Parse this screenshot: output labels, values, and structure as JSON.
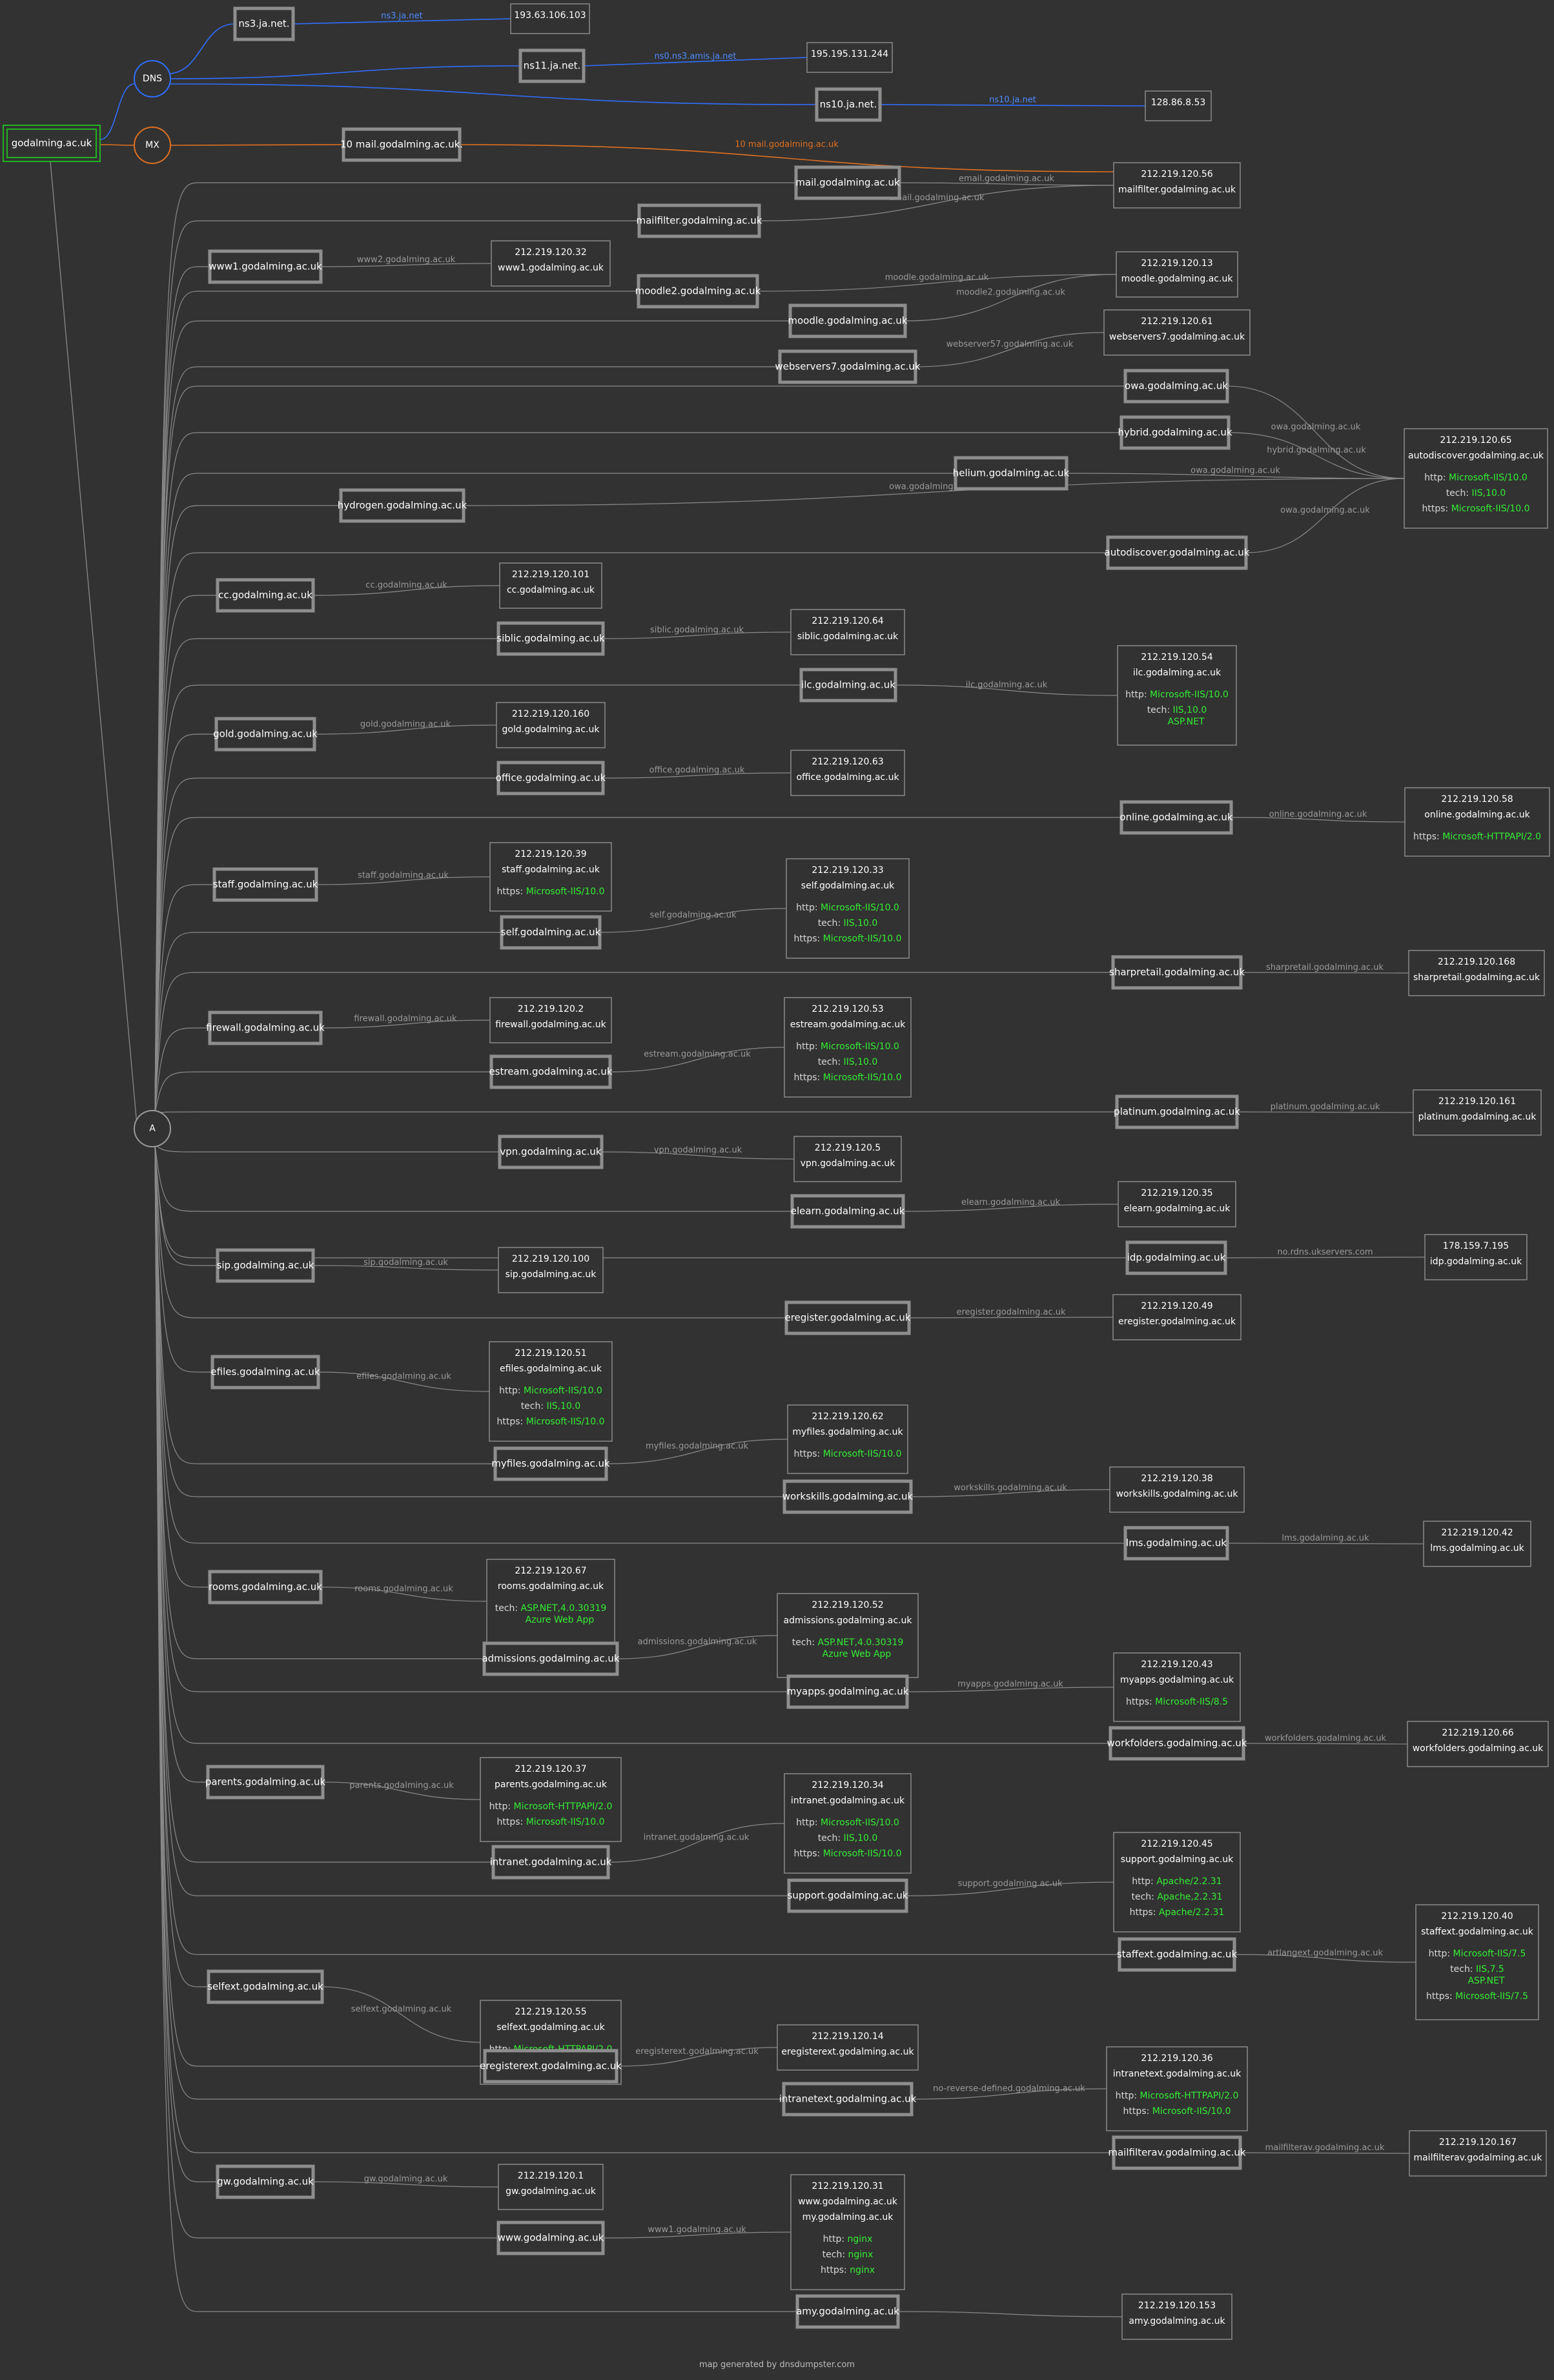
{
  "colors": {
    "background": "#323232",
    "dns_edge": "#2f6fff",
    "dns_label": "#4d8bff",
    "mx_edge": "#e07020",
    "a_edge": "#8a8a8a",
    "edge_label": "#9a9a9a",
    "box_text": "#ffffff",
    "tech_value": "#33ee33",
    "host_border": "#8e8e8e",
    "ip_border": "#8a8a8a"
  },
  "root": {
    "label": "godalming.ac.uk"
  },
  "hubs": {
    "dns": "DNS",
    "mx": "MX",
    "a": "A"
  },
  "dns_records": [
    {
      "host": "ns3.ja.net.",
      "edge_label": "ns3.ja.net",
      "ip": "193.63.106.103"
    },
    {
      "host": "ns11.ja.net.",
      "edge_label": "ns0.ns3.amis.ja.net",
      "ip": "195.195.131.244"
    },
    {
      "host": "ns10.ja.net.",
      "edge_label": "ns10.ja.net",
      "ip": "128.86.8.53"
    }
  ],
  "mx_record": {
    "host": "10 mail.godalming.ac.uk.",
    "edge_label": "10 mail.godalming.ac.uk"
  },
  "a_records": [
    {
      "host": "mail.godalming.ac.uk",
      "edge_label": "email.godalming.ac.uk",
      "target": "t_mail"
    },
    {
      "host": "mailfilter.godalming.ac.uk",
      "edge_label": "email.godalming.ac.uk",
      "target": "t_mail"
    },
    {
      "host": "www1.godalming.ac.uk",
      "edge_label": "www2.godalming.ac.uk",
      "target": "t_www1"
    },
    {
      "host": "moodle2.godalming.ac.uk",
      "edge_label": "moodle.godalming.ac.uk",
      "target": "t_moodle"
    },
    {
      "host": "moodle.godalming.ac.uk",
      "edge_label": "moodle2.godalming.ac.uk",
      "target": "t_moodle"
    },
    {
      "host": "webservers7.godalming.ac.uk",
      "edge_label": "webserver57.godalming.ac.uk",
      "target": "t_websrv"
    },
    {
      "host": "owa.godalming.ac.uk",
      "edge_label": "owa.godalming.ac.uk",
      "target": "t_auto"
    },
    {
      "host": "hybrid.godalming.ac.uk",
      "edge_label": "hybrid.godalming.ac.uk",
      "target": "t_auto"
    },
    {
      "host": "helium.godalming.ac.uk",
      "edge_label": "owa.godalming.ac.uk",
      "target": "t_auto"
    },
    {
      "host": "hydrogen.godalming.ac.uk",
      "edge_label": "owa.godalming.ac.uk",
      "target": "t_auto"
    },
    {
      "host": "autodiscover.godalming.ac.uk",
      "edge_label": "owa.godalming.ac.uk",
      "target": "t_auto"
    },
    {
      "host": "cc.godalming.ac.uk",
      "edge_label": "cc.godalming.ac.uk",
      "target": "t_cc"
    },
    {
      "host": "siblic.godalming.ac.uk",
      "edge_label": "siblic.godalming.ac.uk",
      "target": "t_siblic"
    },
    {
      "host": "ilc.godalming.ac.uk",
      "edge_label": "ilc.godalming.ac.uk",
      "target": "t_ilc"
    },
    {
      "host": "gold.godalming.ac.uk",
      "edge_label": "gold.godalming.ac.uk",
      "target": "t_gold"
    },
    {
      "host": "office.godalming.ac.uk",
      "edge_label": "office.godalming.ac.uk",
      "target": "t_office"
    },
    {
      "host": "online.godalming.ac.uk",
      "edge_label": "online.godalming.ac.uk",
      "target": "t_online"
    },
    {
      "host": "staff.godalming.ac.uk",
      "edge_label": "staff.godalming.ac.uk",
      "target": "t_staff"
    },
    {
      "host": "self.godalming.ac.uk",
      "edge_label": "self.godalming.ac.uk",
      "target": "t_self"
    },
    {
      "host": "sharpretail.godalming.ac.uk",
      "edge_label": "sharpretail.godalming.ac.uk",
      "target": "t_sharp"
    },
    {
      "host": "firewall.godalming.ac.uk",
      "edge_label": "firewall.godalming.ac.uk",
      "target": "t_firewall"
    },
    {
      "host": "estream.godalming.ac.uk",
      "edge_label": "estream.godalming.ac.uk",
      "target": "t_estream"
    },
    {
      "host": "platinum.godalming.ac.uk",
      "edge_label": "platinum.godalming.ac.uk",
      "target": "t_platinum"
    },
    {
      "host": "vpn.godalming.ac.uk",
      "edge_label": "vpn.godalming.ac.uk",
      "target": "t_vpn"
    },
    {
      "host": "elearn.godalming.ac.uk",
      "edge_label": "elearn.godalming.ac.uk",
      "target": "t_elearn"
    },
    {
      "host": "idp.godalming.ac.uk",
      "edge_label": "no.rdns.ukservers.com",
      "target": "t_idp"
    },
    {
      "host": "sip.godalming.ac.uk",
      "edge_label": "sip.godalming.ac.uk",
      "target": "t_sip"
    },
    {
      "host": "eregister.godalming.ac.uk",
      "edge_label": "eregister.godalming.ac.uk",
      "target": "t_eregister"
    },
    {
      "host": "efiles.godalming.ac.uk",
      "edge_label": "efiles.godalming.ac.uk",
      "target": "t_efiles"
    },
    {
      "host": "myfiles.godalming.ac.uk",
      "edge_label": "myfiles.godalming.ac.uk",
      "target": "t_myfiles"
    },
    {
      "host": "workskills.godalming.ac.uk",
      "edge_label": "workskills.godalming.ac.uk",
      "target": "t_workskills"
    },
    {
      "host": "lms.godalming.ac.uk",
      "edge_label": "lms.godalming.ac.uk",
      "target": "t_lms"
    },
    {
      "host": "rooms.godalming.ac.uk",
      "edge_label": "rooms.godalming.ac.uk",
      "target": "t_rooms"
    },
    {
      "host": "admissions.godalming.ac.uk",
      "edge_label": "admissions.godalming.ac.uk",
      "target": "t_admissions"
    },
    {
      "host": "myapps.godalming.ac.uk",
      "edge_label": "myapps.godalming.ac.uk",
      "target": "t_myapps"
    },
    {
      "host": "workfolders.godalming.ac.uk",
      "edge_label": "workfolders.godalming.ac.uk",
      "target": "t_workfolders"
    },
    {
      "host": "parents.godalming.ac.uk",
      "edge_label": "parents.godalming.ac.uk",
      "target": "t_parents"
    },
    {
      "host": "intranet.godalming.ac.uk",
      "edge_label": "intranet.godalming.ac.uk",
      "target": "t_intranet"
    },
    {
      "host": "support.godalming.ac.uk",
      "edge_label": "support.godalming.ac.uk",
      "target": "t_support"
    },
    {
      "host": "staffext.godalming.ac.uk",
      "edge_label": "artlangext.godalming.ac.uk",
      "target": "t_staffext"
    },
    {
      "host": "selfext.godalming.ac.uk",
      "edge_label": "selfext.godalming.ac.uk",
      "target": "t_selfext"
    },
    {
      "host": "eregisterext.godalming.ac.uk",
      "edge_label": "eregisterext.godalming.ac.uk",
      "target": "t_eregext"
    },
    {
      "host": "intranetext.godalming.ac.uk",
      "edge_label": "no-reverse-defined.godalming.ac.uk",
      "target": "t_intraext"
    },
    {
      "host": "mailfilterav.godalming.ac.uk",
      "edge_label": "mailfilterav.godalming.ac.uk",
      "target": "t_mfav"
    },
    {
      "host": "gw.godalming.ac.uk",
      "edge_label": "gw.godalming.ac.uk",
      "target": "t_gw"
    },
    {
      "host": "www.godalming.ac.uk",
      "edge_label": "www1.godalming.ac.uk",
      "target": "t_www"
    },
    {
      "host": "amy.godalming.ac.uk",
      "edge_label": "",
      "target": "t_amy"
    }
  ],
  "targets": {
    "t_mail": {
      "lines": [
        "212.219.120.56",
        "mailfilter.godalming.ac.uk"
      ],
      "tech": []
    },
    "t_www1": {
      "lines": [
        "212.219.120.32",
        "www1.godalming.ac.uk"
      ],
      "tech": []
    },
    "t_moodle": {
      "lines": [
        "212.219.120.13",
        "moodle.godalming.ac.uk"
      ],
      "tech": []
    },
    "t_websrv": {
      "lines": [
        "212.219.120.61",
        "webservers7.godalming.ac.uk"
      ],
      "tech": []
    },
    "t_auto": {
      "lines": [
        "212.219.120.65",
        "autodiscover.godalming.ac.uk"
      ],
      "tech": [
        [
          "http:",
          "Microsoft-IIS/10.0"
        ],
        [
          "tech:",
          "IIS,10.0"
        ],
        [
          "https:",
          "Microsoft-IIS/10.0"
        ]
      ]
    },
    "t_cc": {
      "lines": [
        "212.219.120.101",
        "cc.godalming.ac.uk"
      ],
      "tech": []
    },
    "t_siblic": {
      "lines": [
        "212.219.120.64",
        "siblic.godalming.ac.uk"
      ],
      "tech": []
    },
    "t_ilc": {
      "lines": [
        "212.219.120.54",
        "ilc.godalming.ac.uk"
      ],
      "tech": [
        [
          "http:",
          "Microsoft-IIS/10.0"
        ],
        [
          "tech:",
          "IIS,10.0",
          "ASP.NET"
        ]
      ]
    },
    "t_gold": {
      "lines": [
        "212.219.120.160",
        "gold.godalming.ac.uk"
      ],
      "tech": []
    },
    "t_office": {
      "lines": [
        "212.219.120.63",
        "office.godalming.ac.uk"
      ],
      "tech": []
    },
    "t_online": {
      "lines": [
        "212.219.120.58",
        "online.godalming.ac.uk"
      ],
      "tech": [
        [
          "https:",
          "Microsoft-HTTPAPI/2.0"
        ]
      ]
    },
    "t_staff": {
      "lines": [
        "212.219.120.39",
        "staff.godalming.ac.uk"
      ],
      "tech": [
        [
          "https:",
          "Microsoft-IIS/10.0"
        ]
      ]
    },
    "t_self": {
      "lines": [
        "212.219.120.33",
        "self.godalming.ac.uk"
      ],
      "tech": [
        [
          "http:",
          "Microsoft-IIS/10.0"
        ],
        [
          "tech:",
          "IIS,10.0"
        ],
        [
          "https:",
          "Microsoft-IIS/10.0"
        ]
      ]
    },
    "t_sharp": {
      "lines": [
        "212.219.120.168",
        "sharpretail.godalming.ac.uk"
      ],
      "tech": []
    },
    "t_firewall": {
      "lines": [
        "212.219.120.2",
        "firewall.godalming.ac.uk"
      ],
      "tech": []
    },
    "t_estream": {
      "lines": [
        "212.219.120.53",
        "estream.godalming.ac.uk"
      ],
      "tech": [
        [
          "http:",
          "Microsoft-IIS/10.0"
        ],
        [
          "tech:",
          "IIS,10.0"
        ],
        [
          "https:",
          "Microsoft-IIS/10.0"
        ]
      ]
    },
    "t_platinum": {
      "lines": [
        "212.219.120.161",
        "platinum.godalming.ac.uk"
      ],
      "tech": []
    },
    "t_vpn": {
      "lines": [
        "212.219.120.5",
        "vpn.godalming.ac.uk"
      ],
      "tech": []
    },
    "t_elearn": {
      "lines": [
        "212.219.120.35",
        "elearn.godalming.ac.uk"
      ],
      "tech": []
    },
    "t_idp": {
      "lines": [
        "178.159.7.195",
        "idp.godalming.ac.uk"
      ],
      "tech": []
    },
    "t_sip": {
      "lines": [
        "212.219.120.100",
        "sip.godalming.ac.uk"
      ],
      "tech": []
    },
    "t_eregister": {
      "lines": [
        "212.219.120.49",
        "eregister.godalming.ac.uk"
      ],
      "tech": []
    },
    "t_efiles": {
      "lines": [
        "212.219.120.51",
        "efiles.godalming.ac.uk"
      ],
      "tech": [
        [
          "http:",
          "Microsoft-IIS/10.0"
        ],
        [
          "tech:",
          "IIS,10.0"
        ],
        [
          "https:",
          "Microsoft-IIS/10.0"
        ]
      ]
    },
    "t_myfiles": {
      "lines": [
        "212.219.120.62",
        "myfiles.godalming.ac.uk"
      ],
      "tech": [
        [
          "https:",
          "Microsoft-IIS/10.0"
        ]
      ]
    },
    "t_workskills": {
      "lines": [
        "212.219.120.38",
        "workskills.godalming.ac.uk"
      ],
      "tech": []
    },
    "t_lms": {
      "lines": [
        "212.219.120.42",
        "lms.godalming.ac.uk"
      ],
      "tech": []
    },
    "t_rooms": {
      "lines": [
        "212.219.120.67",
        "rooms.godalming.ac.uk"
      ],
      "tech": [
        [
          "tech:",
          "ASP.NET,4.0.30319",
          "Azure Web App"
        ]
      ]
    },
    "t_admissions": {
      "lines": [
        "212.219.120.52",
        "admissions.godalming.ac.uk"
      ],
      "tech": [
        [
          "tech:",
          "ASP.NET,4.0.30319",
          "Azure Web App"
        ]
      ]
    },
    "t_myapps": {
      "lines": [
        "212.219.120.43",
        "myapps.godalming.ac.uk"
      ],
      "tech": [
        [
          "https:",
          "Microsoft-IIS/8.5"
        ]
      ]
    },
    "t_workfolders": {
      "lines": [
        "212.219.120.66",
        "workfolders.godalming.ac.uk"
      ],
      "tech": []
    },
    "t_parents": {
      "lines": [
        "212.219.120.37",
        "parents.godalming.ac.uk"
      ],
      "tech": [
        [
          "http:",
          "Microsoft-HTTPAPI/2.0"
        ],
        [
          "https:",
          "Microsoft-IIS/10.0"
        ]
      ]
    },
    "t_intranet": {
      "lines": [
        "212.219.120.34",
        "intranet.godalming.ac.uk"
      ],
      "tech": [
        [
          "http:",
          "Microsoft-IIS/10.0"
        ],
        [
          "tech:",
          "IIS,10.0"
        ],
        [
          "https:",
          "Microsoft-IIS/10.0"
        ]
      ]
    },
    "t_support": {
      "lines": [
        "212.219.120.45",
        "support.godalming.ac.uk"
      ],
      "tech": [
        [
          "http:",
          "Apache/2.2.31"
        ],
        [
          "tech:",
          "Apache,2.2.31"
        ],
        [
          "https:",
          "Apache/2.2.31"
        ]
      ]
    },
    "t_staffext": {
      "lines": [
        "212.219.120.40",
        "staffext.godalming.ac.uk"
      ],
      "tech": [
        [
          "http:",
          "Microsoft-IIS/7.5"
        ],
        [
          "tech:",
          "IIS,7.5",
          "ASP.NET"
        ],
        [
          "https:",
          "Microsoft-IIS/7.5"
        ]
      ]
    },
    "t_selfext": {
      "lines": [
        "212.219.120.55",
        "selfext.godalming.ac.uk"
      ],
      "tech": [
        [
          "http:",
          "Microsoft-HTTPAPI/2.0"
        ],
        [
          "https:",
          "Microsoft-IIS/10.0"
        ]
      ]
    },
    "t_eregext": {
      "lines": [
        "212.219.120.14",
        "eregisterext.godalming.ac.uk"
      ],
      "tech": []
    },
    "t_intraext": {
      "lines": [
        "212.219.120.36",
        "intranetext.godalming.ac.uk"
      ],
      "tech": [
        [
          "http:",
          "Microsoft-HTTPAPI/2.0"
        ],
        [
          "https:",
          "Microsoft-IIS/10.0"
        ]
      ]
    },
    "t_mfav": {
      "lines": [
        "212.219.120.167",
        "mailfilterav.godalming.ac.uk"
      ],
      "tech": []
    },
    "t_gw": {
      "lines": [
        "212.219.120.1",
        "gw.godalming.ac.uk"
      ],
      "tech": []
    },
    "t_www": {
      "lines": [
        "212.219.120.31",
        "www.godalming.ac.uk",
        "my.godalming.ac.uk"
      ],
      "tech": [
        [
          "http:",
          "nginx"
        ],
        [
          "tech:",
          "nginx"
        ],
        [
          "https:",
          "nginx"
        ]
      ]
    },
    "t_amy": {
      "lines": [
        "212.219.120.153",
        "amy.godalming.ac.uk"
      ],
      "tech": []
    }
  },
  "footer": "map generated by dnsdumpster.com"
}
